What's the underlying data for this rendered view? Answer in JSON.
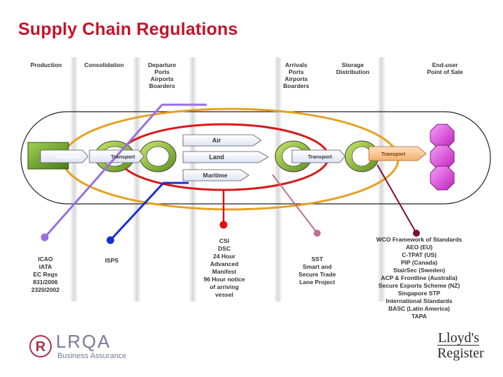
{
  "title": "Supply Chain Regulations",
  "columns": [
    "Production",
    "Consolidation",
    "Departure\nPorts\nAirports\nBoarders",
    "Arrivals\nPorts\nAirports\nBoarders",
    "Storage\nDistribution",
    "End-user\nPoint of Sale"
  ],
  "flow": {
    "transport_1": "Transport",
    "transport_2": "Transport",
    "transport_3": "Transport",
    "transport_4": "Transport",
    "air": "Air",
    "land": "Land",
    "maritime": "Maritime"
  },
  "regulations": {
    "icao": "ICAO\nIATA\nEC Regs\n831/2006\n2320/2002",
    "isps": "ISPS",
    "csi": "CSI\nDSC\n24 Hour\nAdvanced\nManifest\n96 Hour notice\nof arriving\nvessel",
    "sst": "SST\nSmart and\nSecure Trade\nLane Project",
    "wco": "WCO Framework of Standards\nAEO (EU)\nC-TPAT (US)\nPIP (Canada)\nStairSec (Sweden)\nACP & Frontline (Australia)\nSecure Exports Scheme (NZ)\nSingapore STP\nInternational Standards\nBASC (Latin America)\nTAPA"
  },
  "logos": {
    "lrqa": "LRQA",
    "lrqa_sub": "Business Assurance",
    "lloyds_1": "Lloyd's",
    "lloyds_2": "Register"
  },
  "colors": {
    "title": "#c2142a",
    "icao_line": "#9b6ee0",
    "isps_line": "#1a2ecf",
    "csi_line": "#e01010",
    "sst_line": "#c07090",
    "wco_line": "#7a1030",
    "outer_ellipse": "#e6a020",
    "inner_ellipse": "#d81818",
    "point_of_sale": "#e040e0"
  }
}
